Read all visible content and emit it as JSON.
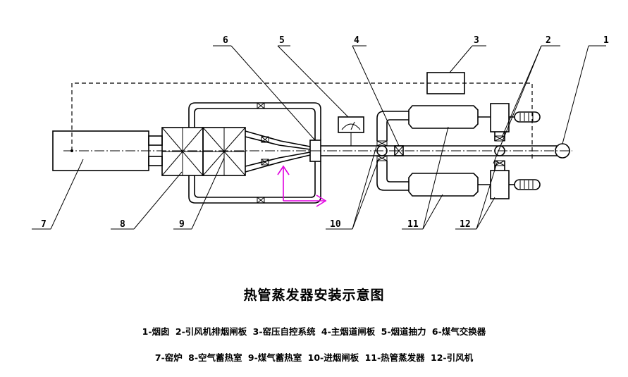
{
  "diagram": {
    "title": "热管蒸发器安装示意图",
    "callouts": [
      "1",
      "2",
      "3",
      "4",
      "5",
      "6",
      "7",
      "8",
      "9",
      "10",
      "11",
      "12"
    ],
    "legend_line_1": [
      "1-烟囱",
      "2-引风机排烟闸板",
      "3-窑压自控系统",
      "4-主烟道闸板",
      "5-烟道抽力",
      "6-煤气交换器"
    ],
    "legend_line_2": [
      "7-窑炉",
      "8-空气蓄热室",
      "9-煤气蓄热室",
      "10-进烟闸板",
      "11-热管蒸发器",
      "12-引风机"
    ]
  }
}
